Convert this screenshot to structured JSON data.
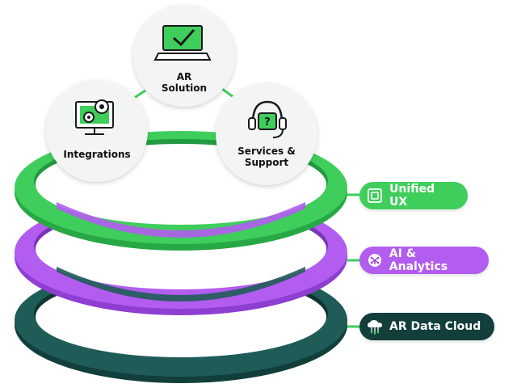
{
  "colors": {
    "green": "#3fce5c",
    "green_dark": "#27a845",
    "purple": "#b25cf0",
    "purple_dark": "#8e3fd1",
    "teal": "#1f5c58",
    "teal_dark": "#123e3b",
    "circle_fill": "#f2f5f3",
    "icon_stroke": "#1a1a1a",
    "icon_green": "#3fce5c"
  },
  "nodes": {
    "ar_solution": {
      "line1": "AR",
      "line2": "Solution",
      "icon": "laptop-check-icon"
    },
    "integrations": {
      "label": "Integrations",
      "icon": "monitor-gears-icon"
    },
    "services": {
      "line1": "Services &",
      "line2": "Support",
      "icon": "headset-question-icon"
    }
  },
  "layers": {
    "unified_ux": {
      "label": "Unified UX",
      "icon": "window-icon"
    },
    "ai_analytics": {
      "label": "AI & Analytics",
      "icon": "brain-circuit-icon"
    },
    "data_cloud": {
      "label": "AR Data Cloud",
      "icon": "cloud-network-icon"
    }
  }
}
